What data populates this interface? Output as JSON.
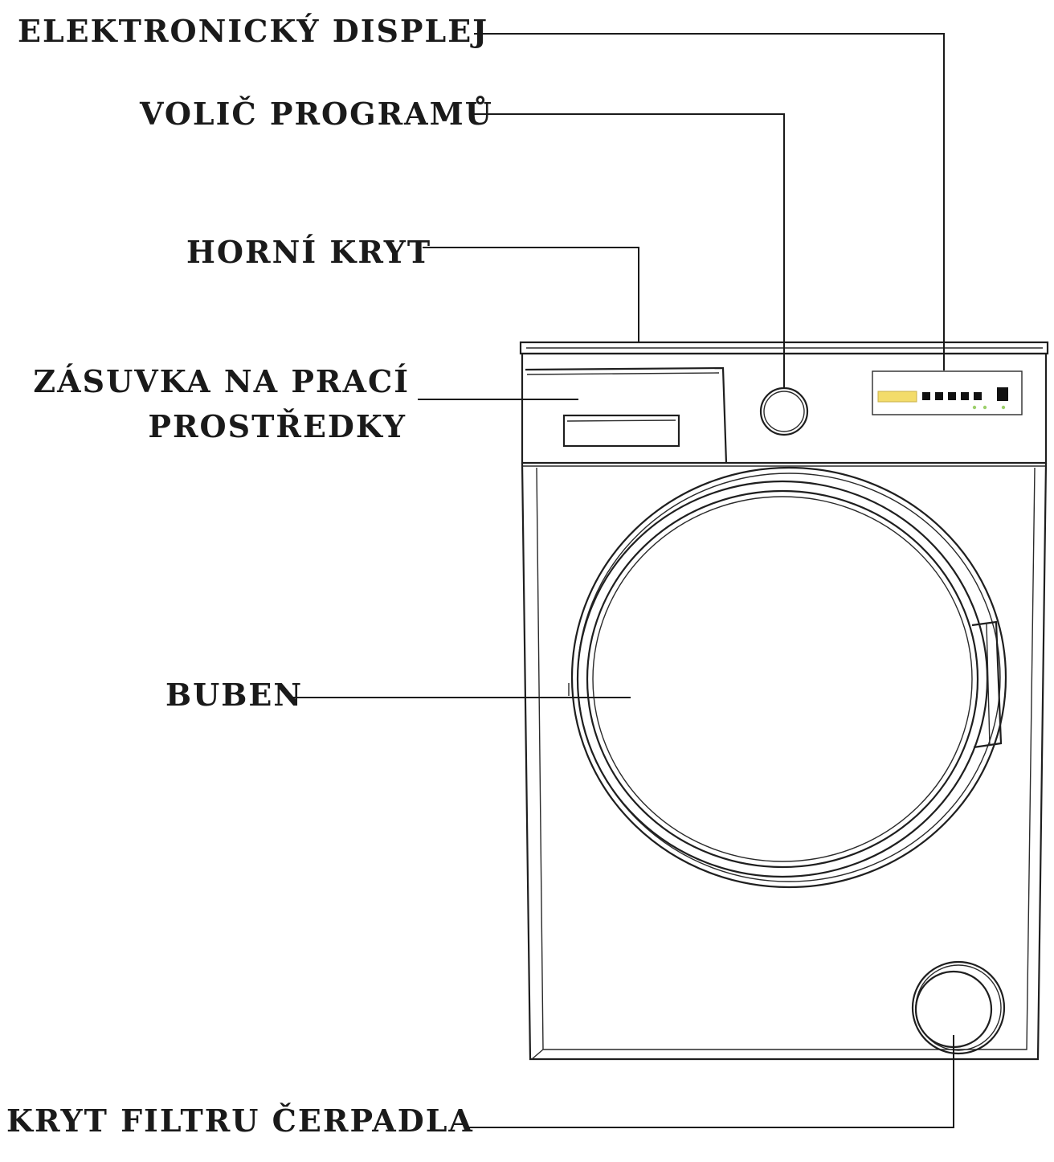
{
  "labels": {
    "display": "ELEKTRONICKÝ DISPLEJ",
    "program_selector": "VOLIČ PROGRAMŮ",
    "top_cover": "HORNÍ KRYT",
    "drawer_line1": "ZÁSUVKA NA PRACÍ",
    "drawer_line2": "PROSTŘEDKY",
    "drum": "BUBEN",
    "pump_filter_cover": "KRYT FILTRU ČERPADLA"
  },
  "colors": {
    "line": "#1a1a1a",
    "display_window": "#f3dc6a",
    "indicator_leds": "#9ccf6a"
  },
  "icons": {
    "appliance": "washing-machine"
  }
}
